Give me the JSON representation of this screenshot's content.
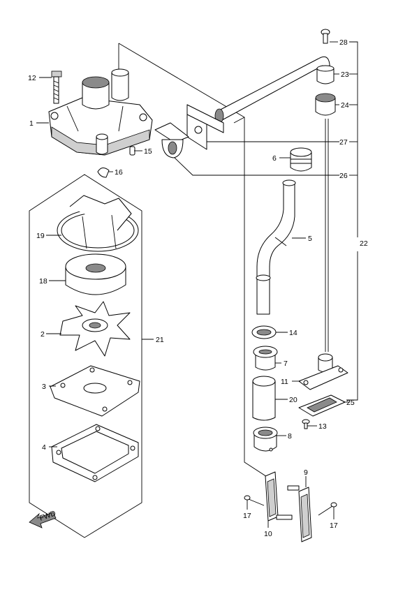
{
  "callouts": {
    "c1": "1",
    "c2": "2",
    "c3": "3",
    "c4": "4",
    "c5": "5",
    "c6": "6",
    "c7": "7",
    "c8": "8",
    "c9": "9",
    "c10": "10",
    "c11": "11",
    "c12": "12",
    "c13": "13",
    "c14": "14",
    "c15": "15",
    "c16": "16",
    "c17a": "17",
    "c17b": "17",
    "c18": "18",
    "c19": "19",
    "c20": "20",
    "c21": "21",
    "c22": "22",
    "c23": "23",
    "c24": "24",
    "c25": "25",
    "c26": "26",
    "c27": "27",
    "c28": "28"
  },
  "fwd_marker": {
    "text": "FWD",
    "icon": "forward-arrow-icon"
  }
}
